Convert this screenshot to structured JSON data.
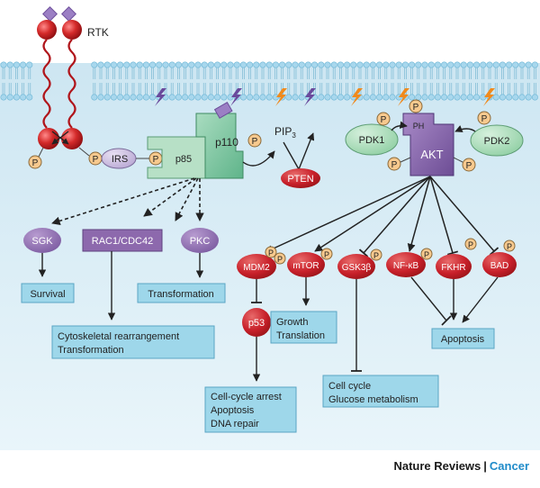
{
  "receptor": {
    "label": "RTK"
  },
  "p_label": "P",
  "membrane_proteins": {
    "irs": "IRS",
    "p85": "p85",
    "p110": "p110",
    "pip3": "PIP",
    "pip3_sub": "3",
    "pten": "PTEN",
    "pdk1": "PDK1",
    "pdk2": "PDK2",
    "akt": "AKT",
    "ph": "PH"
  },
  "p110_targets": {
    "sgk": "SGK",
    "rac": "RAC1/CDC42",
    "pkc": "PKC",
    "survival": "Survival",
    "cytoskeletal_line1": "Cytoskeletal rearrangement",
    "cytoskeletal_line2": "Transformation",
    "transformation": "Transformation"
  },
  "akt_targets": {
    "mdm2": "MDM2",
    "mtor": "mTOR",
    "gsk3b": "GSK3β",
    "nfkb": "NF-κB",
    "fkhr": "FKHR",
    "bad": "BAD",
    "p53": "p53"
  },
  "outcomes": {
    "growth_line1": "Growth",
    "growth_line2": "Translation",
    "cell_cycle_line1": "Cell cycle",
    "cell_cycle_line2": "Glucose metabolism",
    "arrest_line1": "Cell-cycle arrest",
    "arrest_line2": "Apoptosis",
    "arrest_line3": "DNA repair",
    "apoptosis": "Apoptosis"
  },
  "footer": {
    "journal": "Nature Reviews",
    "separator": "|",
    "section": "Cancer"
  },
  "colors": {
    "background": "#d7ecf5",
    "membrane_head": "#a8d7ed",
    "outcome_box": "#9ed7ea",
    "red_node": "#c8202a",
    "purple_node": "#8d69ad",
    "green_node": "#a8dbb9",
    "p_badge": "#f7c98e",
    "lightning_purple": "#6a4a9c",
    "lightning_orange": "#f08a1c"
  }
}
